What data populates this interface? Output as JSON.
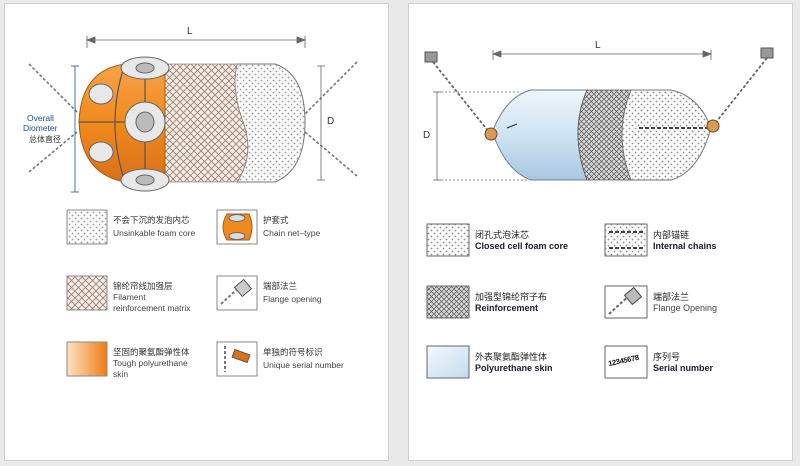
{
  "left_panel": {
    "dimension_length": "L",
    "dimension_diameter": "D",
    "overall_diameter_en_line1": "Overall",
    "overall_diameter_en_line2": "Diometer",
    "overall_diameter_cn": "总体直径",
    "legend": [
      {
        "cn": "不会下沉的发泡内芯",
        "en": "Unsinkable foam core"
      },
      {
        "cn": "护套式",
        "en": "Chain net–type"
      },
      {
        "cn": "锦纶帘线加强层",
        "en_line1": "Filament",
        "en_line2": "reinforcement matrix"
      },
      {
        "cn": "端部法兰",
        "en": "Flange opening"
      },
      {
        "cn": "坚固的聚氨酯弹性体",
        "en_line1": "Tough polyurethane",
        "en_line2": "skin"
      },
      {
        "cn": "单独的符号标识",
        "en": "Unique serial number"
      }
    ],
    "colors": {
      "orange": "#f08a1c",
      "dimension_blue": "#1f4f8f"
    }
  },
  "right_panel": {
    "dimension_length": "L",
    "dimension_diameter": "D",
    "serial_sample": "12345678",
    "legend": [
      {
        "cn": "闭孔式泡沫芯",
        "en": "Closed cell foam core"
      },
      {
        "cn": "内部锚链",
        "en": "Internal chains"
      },
      {
        "cn": "加强型锦纶帘子布",
        "en": "Reinforcement"
      },
      {
        "cn": "端部法兰",
        "en": "Flange Opening"
      },
      {
        "cn": "外表聚氨酯弹性体",
        "en": "Polyurethane skin"
      },
      {
        "cn": "序列号",
        "en": "Serial number"
      }
    ],
    "colors": {
      "skin_blue": "#cfe3f3"
    }
  }
}
